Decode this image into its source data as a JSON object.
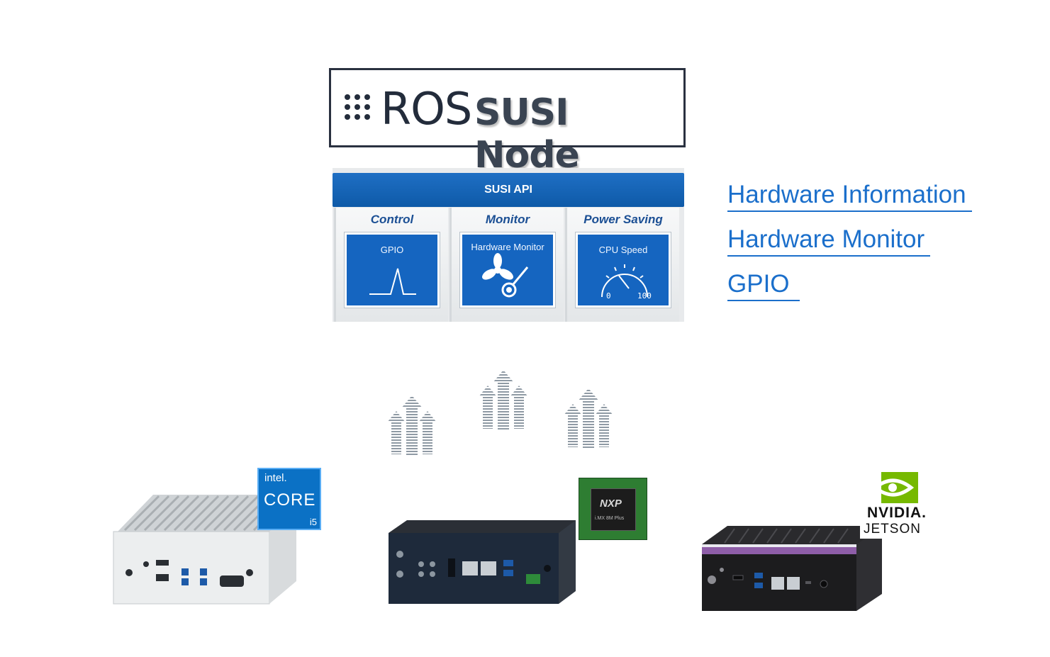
{
  "title": {
    "ros": "ROS",
    "node": "SUSI Node"
  },
  "api": {
    "header": "SUSI API",
    "columns": [
      {
        "title": "Control",
        "card_label": "GPIO",
        "icon": "gpio-signal-icon"
      },
      {
        "title": "Monitor",
        "card_label": "Hardware Monitor",
        "icon": "fan-thermometer-icon"
      },
      {
        "title": "Power Saving",
        "card_label": "CPU Speed",
        "icon": "speedometer-icon",
        "gauge_min": "0",
        "gauge_max": "100"
      }
    ]
  },
  "features": [
    "Hardware Information",
    "Hardware Monitor",
    "GPIO"
  ],
  "badges": {
    "intel": {
      "brand": "intel.",
      "product": "CORE",
      "tier": "i5",
      "color": "#0b71c5"
    },
    "nxp": {
      "brand": "NXP",
      "chip": "i.MX 8M Plus",
      "color": "#2e7d32"
    },
    "nvidia": {
      "brand": "NVIDIA.",
      "product": "JETSON",
      "color": "#76b900"
    }
  },
  "colors": {
    "api_blue": "#1565c0",
    "link_blue": "#1b6fcb",
    "title_dark": "#232c3b"
  }
}
